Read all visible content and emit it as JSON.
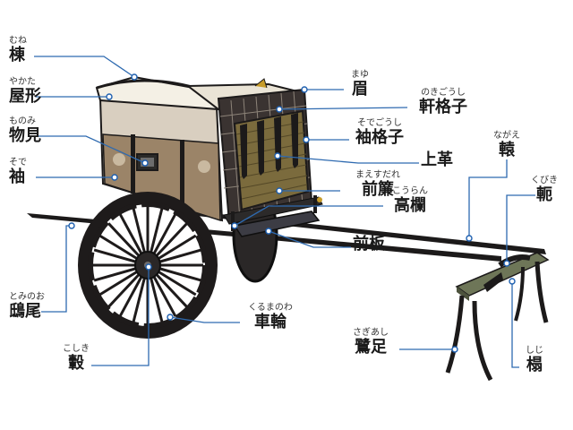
{
  "title": "",
  "colors": {
    "leader": "#2e6ab0",
    "dot": "#1d5fb0",
    "wood": "#1c1a1a",
    "roof": "#f3efe4",
    "panel": "#8b7357",
    "screen": "#7a6a3c",
    "bench": "#6e7658"
  },
  "parts": [
    {
      "id": "mune",
      "reading": "むね",
      "kanji": "棟"
    },
    {
      "id": "yakata",
      "reading": "やかた",
      "kanji": "屋形"
    },
    {
      "id": "monomi",
      "reading": "ものみ",
      "kanji": "物見"
    },
    {
      "id": "sode",
      "reading": "そで",
      "kanji": "袖"
    },
    {
      "id": "tominoo",
      "reading": "とみのお",
      "kanji": "鴟尾"
    },
    {
      "id": "koshiki",
      "reading": "こしき",
      "kanji": "轂"
    },
    {
      "id": "kurumanowa",
      "reading": "くるまのわ",
      "kanji": "車輪"
    },
    {
      "id": "mayu",
      "reading": "まゆ",
      "kanji": "眉"
    },
    {
      "id": "nokigoushi",
      "reading": "のきごうし",
      "kanji": "軒格子"
    },
    {
      "id": "sodegoushi",
      "reading": "そでごうし",
      "kanji": "袖格子"
    },
    {
      "id": "uwagawa",
      "reading": "",
      "kanji": "上革"
    },
    {
      "id": "maesudare",
      "reading": "まえすだれ",
      "kanji": "前簾"
    },
    {
      "id": "kouran",
      "reading": "こうらん",
      "kanji": "高欄"
    },
    {
      "id": "maeita",
      "reading": "",
      "kanji": "前板"
    },
    {
      "id": "nagae",
      "reading": "ながえ",
      "kanji": "轅"
    },
    {
      "id": "kubiki",
      "reading": "くびき",
      "kanji": "軛"
    },
    {
      "id": "sagiashi",
      "reading": "さぎあし",
      "kanji": "鷺足"
    },
    {
      "id": "shiji",
      "reading": "しじ",
      "kanji": "榻"
    }
  ]
}
